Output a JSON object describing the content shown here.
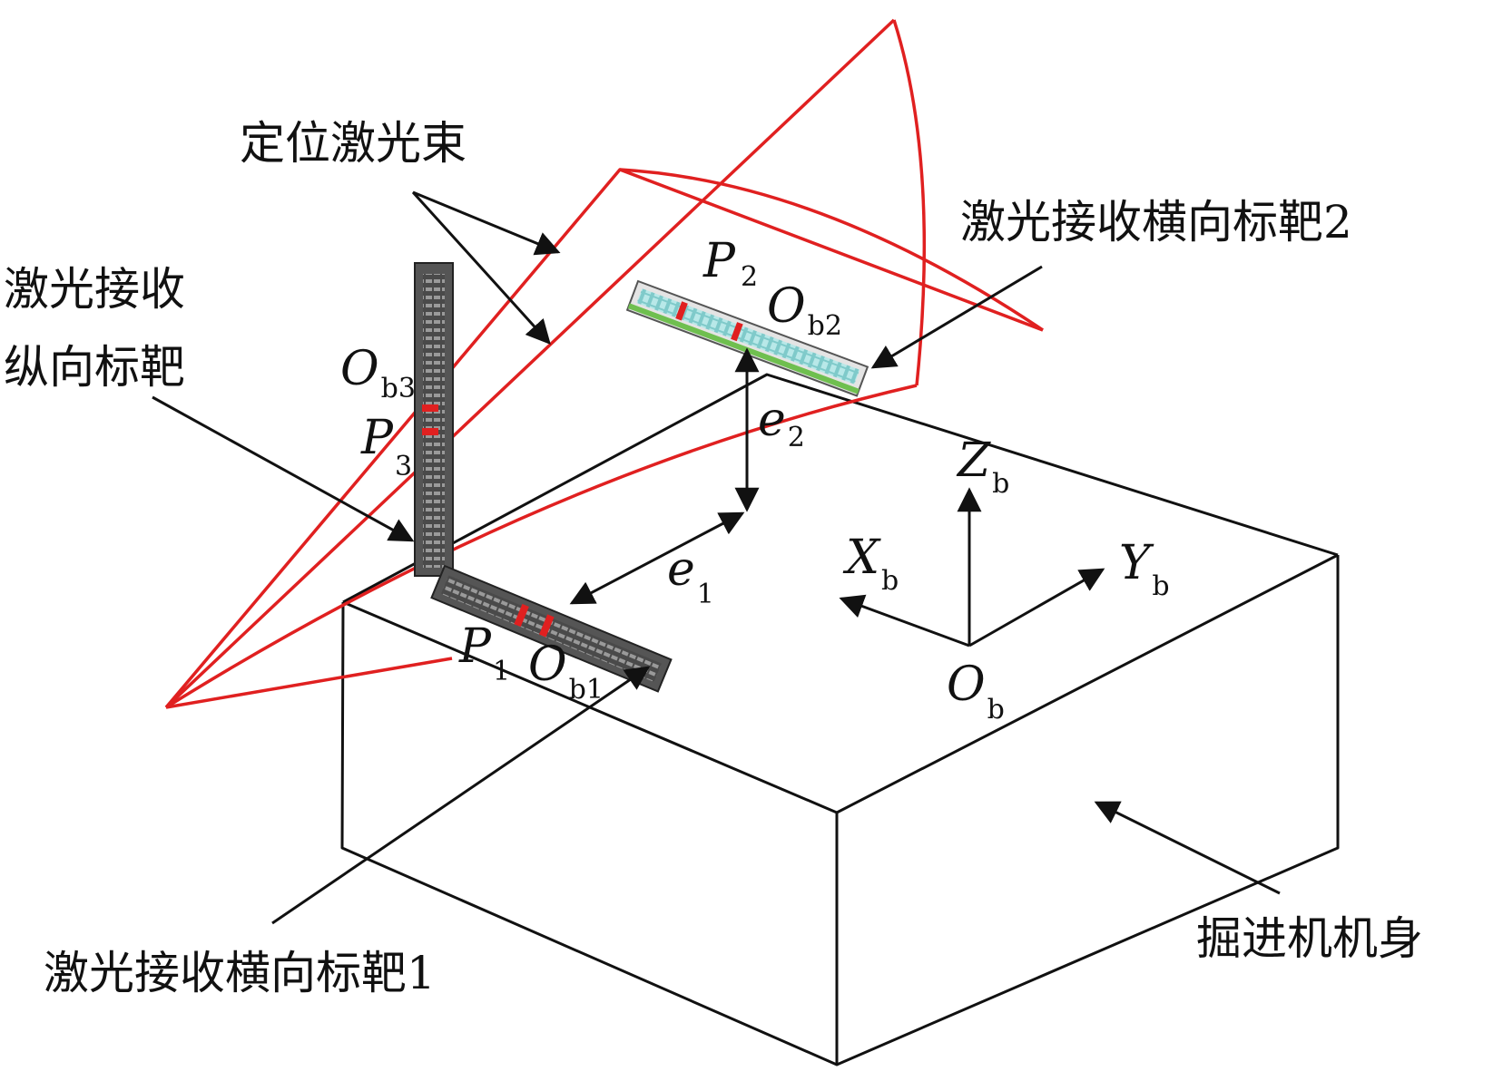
{
  "labels": {
    "beam": "定位激光束",
    "target2": "激光接收横向标靶2",
    "vert_line1": "激光接收",
    "vert_line2": "纵向标靶",
    "target1": "激光接收横向标靶1",
    "body": "掘进机机身"
  },
  "symbols": {
    "P": "P",
    "O": "O",
    "e": "e",
    "X": "X",
    "Y": "Y",
    "Z": "Z",
    "sub_1": "1",
    "sub_2": "2",
    "sub_3": "3",
    "sub_b": "b",
    "sub_b1": "b1",
    "sub_b2": "b2",
    "sub_b3": "b3"
  },
  "colors": {
    "beam": "#e02020",
    "line": "#111111",
    "target_body": "#555555",
    "target2_face": "#8fd6d6",
    "target2_base": "#6fbf4f",
    "marker": "#e02020"
  }
}
